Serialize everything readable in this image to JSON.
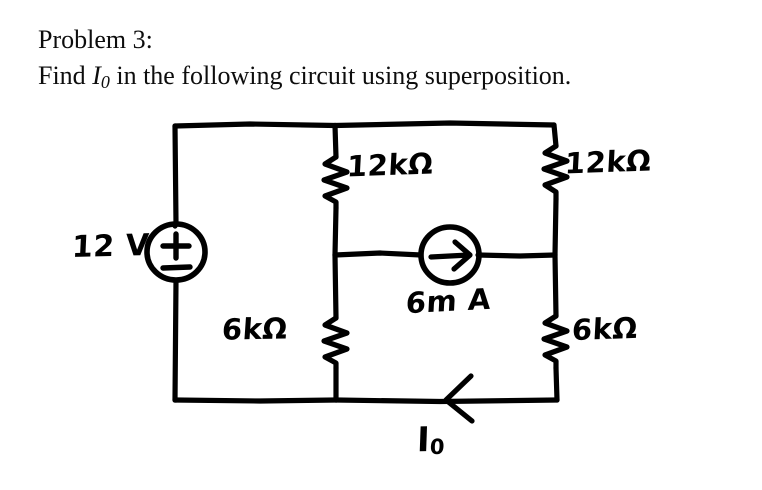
{
  "problem": {
    "heading": "Problem 3:",
    "prompt_before": "Find ",
    "prompt_symbol": "I",
    "prompt_subscript": "0",
    "prompt_after": " in the following circuit using superposition."
  },
  "circuit": {
    "source": {
      "label": "12 V",
      "type": "dc-voltage-source",
      "polarity_top": "+",
      "polarity_bottom": "−"
    },
    "current_source": {
      "label": "6m A",
      "type": "current-source",
      "direction": "right"
    },
    "resistors": [
      {
        "name": "top-left-resistor",
        "label": "12kΩ"
      },
      {
        "name": "top-right-resistor",
        "label": "12kΩ"
      },
      {
        "name": "bottom-left-resistor",
        "label": "6kΩ"
      },
      {
        "name": "bottom-right-resistor",
        "label": "6kΩ"
      }
    ],
    "current_marker": {
      "symbol": "I",
      "subscript": "0",
      "direction": "left"
    }
  },
  "colors": {
    "background": "#ffffff",
    "ink": "#000000",
    "text": "#0d0d0d"
  }
}
